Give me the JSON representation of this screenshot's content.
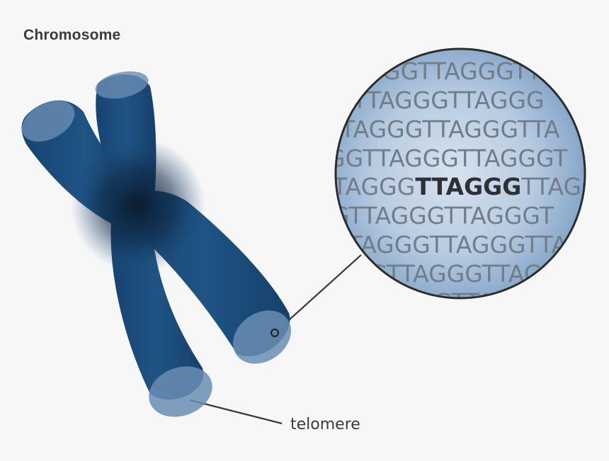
{
  "title": "Chromosome",
  "telomere_label": "telomere",
  "colors": {
    "background": "#f7f7f8",
    "chromosome": "#1d4e7e",
    "chromosome_dark": "#0b1e33",
    "chromosome_cap": "#6a8db3",
    "magnifier_center": "#cbd9ea",
    "magnifier_edge": "#8fadcf",
    "outline": "#3a3a3a"
  },
  "magnifier": {
    "rows": [
      "GGTTAGGGTTAG",
      "TTAGGGTTAGGG",
      "TAGGGTTAGGGTTA",
      "GGTTAGGGTTAGGGT",
      {
        "pre": "TAGGG",
        "emphasis": "TTAGGG",
        "post": "TTAGG"
      },
      "GTTAGGGTTAGGGT",
      "TTAGGGTTAGGGTTA",
      "GGTTAGGGTTAGG",
      "AGGGTTAGG"
    ]
  }
}
